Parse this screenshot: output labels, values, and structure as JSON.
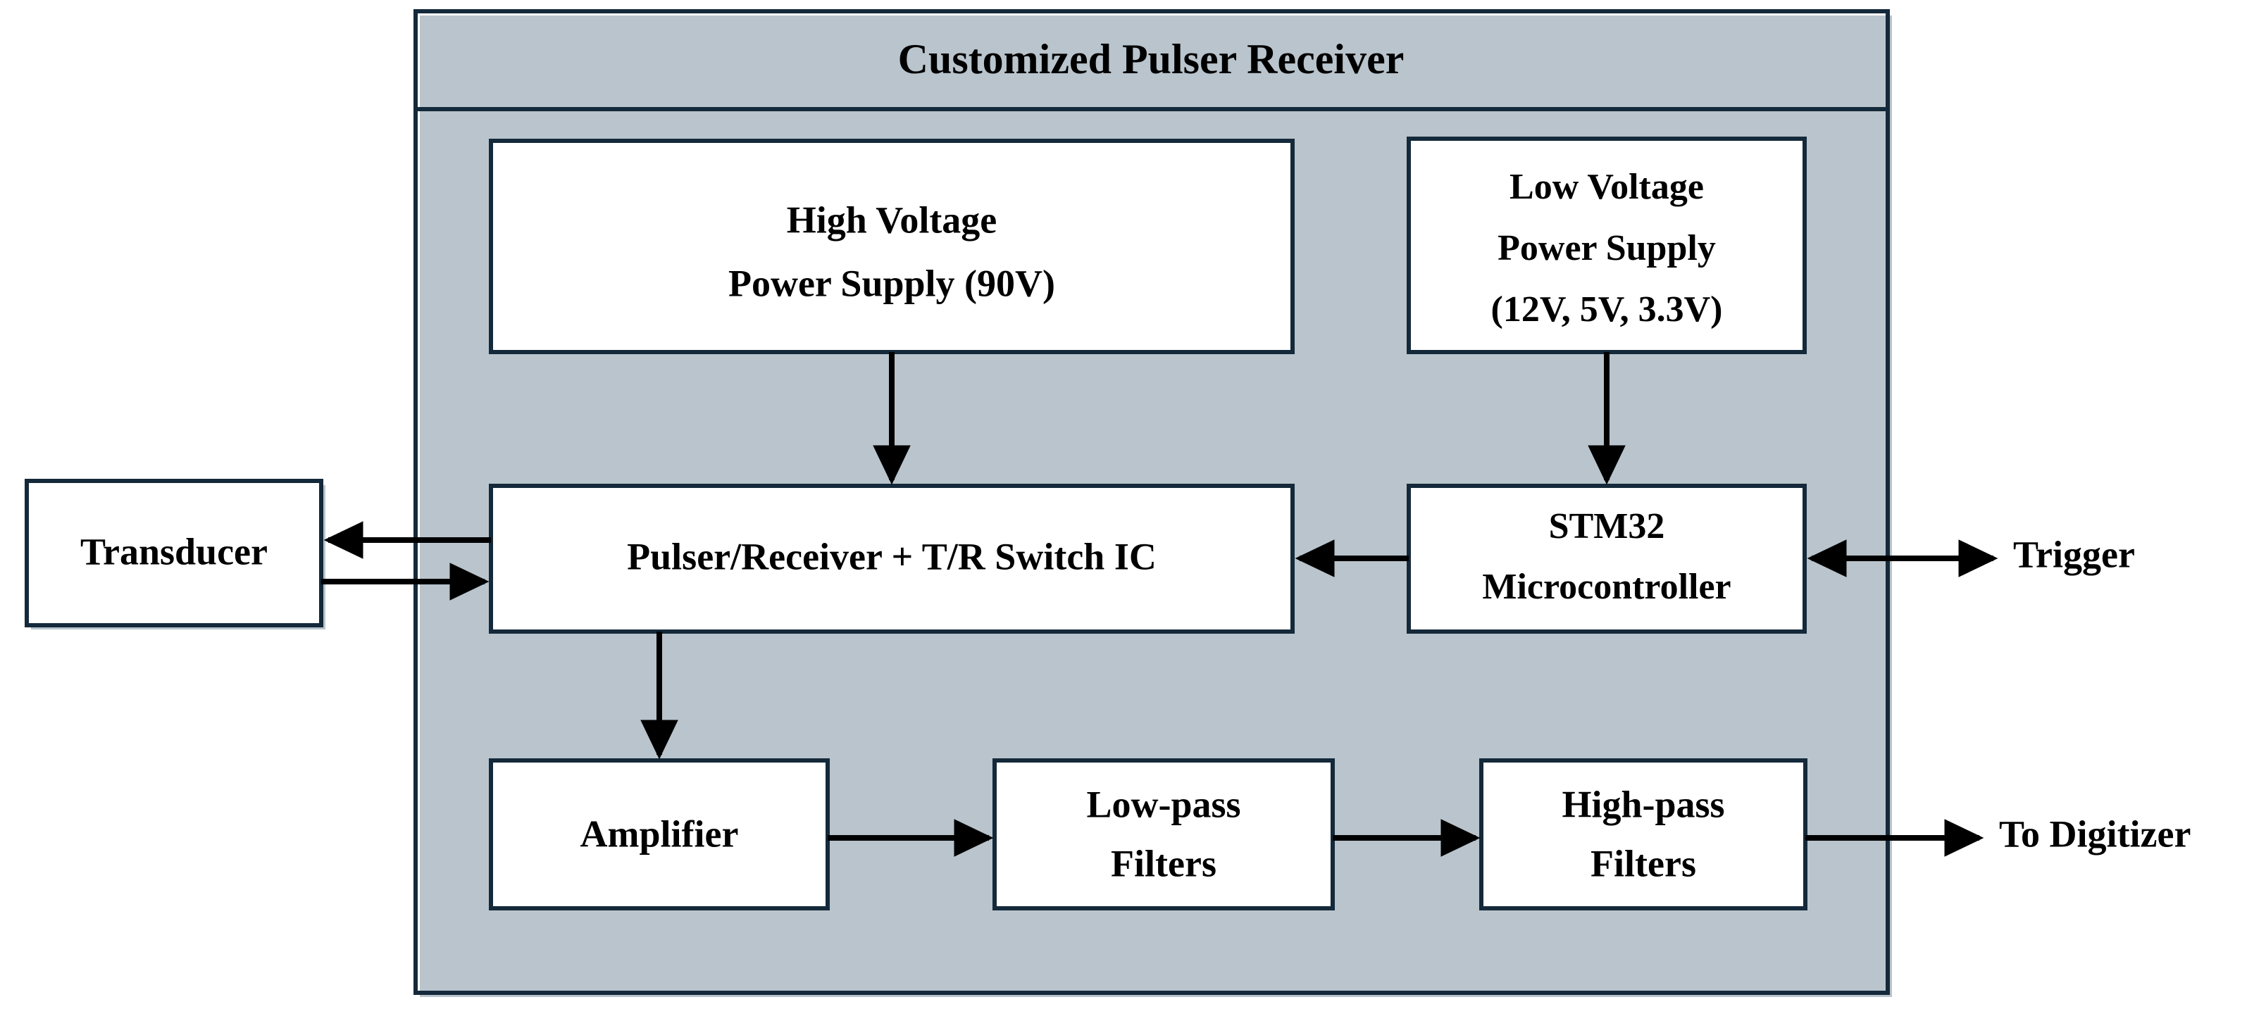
{
  "diagram": {
    "type": "block-diagram",
    "title": "Customized Pulser Receiver",
    "background_color": "#ffffff",
    "box_border_color": "#14293a",
    "box_fill_color": "#ffffff",
    "connector_color": "#000000",
    "boxes": [
      {
        "id": "transducer",
        "label": "Transducer",
        "lines": [
          "Transducer"
        ],
        "inside_container": false
      },
      {
        "id": "high-voltage-power-supply",
        "label": "High Voltage Power Supply (90V)",
        "lines": [
          "High Voltage",
          "Power Supply (90V)"
        ],
        "inside_container": true
      },
      {
        "id": "low-voltage-power-supply",
        "label": "Low Voltage Power Supply (12V, 5V, 3.3V)",
        "lines": [
          "Low Voltage",
          "Power Supply",
          "(12V, 5V, 3.3V)"
        ],
        "inside_container": true
      },
      {
        "id": "pulser-receiver-tr-switch-ic",
        "label": "Pulser/Receiver + T/R Switch IC",
        "lines": [
          "Pulser/Receiver + T/R Switch IC"
        ],
        "inside_container": true
      },
      {
        "id": "stm32-microcontroller",
        "label": "STM32 Microcontroller",
        "lines": [
          "STM32",
          "Microcontroller"
        ],
        "inside_container": true
      },
      {
        "id": "amplifier",
        "label": "Amplifier",
        "lines": [
          "Amplifier"
        ],
        "inside_container": true
      },
      {
        "id": "low-pass-filters",
        "label": "Low-pass Filters",
        "lines": [
          "Low-pass",
          "Filters"
        ],
        "inside_container": true
      },
      {
        "id": "high-pass-filters",
        "label": "High-pass Filters",
        "lines": [
          "High-pass",
          "Filters"
        ],
        "inside_container": true
      }
    ],
    "external_labels": [
      {
        "id": "trigger",
        "label": "Trigger"
      },
      {
        "id": "to-digitizer",
        "label": "To Digitizer"
      }
    ],
    "connections": [
      {
        "from": "high-voltage-power-supply",
        "to": "pulser-receiver-tr-switch-ic",
        "direction": "down",
        "arrow": "single"
      },
      {
        "from": "low-voltage-power-supply",
        "to": "stm32-microcontroller",
        "direction": "down",
        "arrow": "single"
      },
      {
        "from": "pulser-receiver-tr-switch-ic",
        "to": "transducer",
        "direction": "left",
        "arrow": "single"
      },
      {
        "from": "transducer",
        "to": "pulser-receiver-tr-switch-ic",
        "direction": "right",
        "arrow": "single"
      },
      {
        "from": "stm32-microcontroller",
        "to": "pulser-receiver-tr-switch-ic",
        "direction": "left",
        "arrow": "single"
      },
      {
        "from": "stm32-microcontroller",
        "to": "trigger",
        "direction": "horizontal",
        "arrow": "double"
      },
      {
        "from": "pulser-receiver-tr-switch-ic",
        "to": "amplifier",
        "direction": "down",
        "arrow": "single"
      },
      {
        "from": "amplifier",
        "to": "low-pass-filters",
        "direction": "right",
        "arrow": "single"
      },
      {
        "from": "low-pass-filters",
        "to": "high-pass-filters",
        "direction": "right",
        "arrow": "single"
      },
      {
        "from": "high-pass-filters",
        "to": "to-digitizer",
        "direction": "right",
        "arrow": "single"
      }
    ]
  },
  "labels": {
    "title": "Customized Pulser Receiver",
    "transducer": "Transducer",
    "hv_line1": "High Voltage",
    "hv_line2": "Power Supply (90V)",
    "lv_line1": "Low Voltage",
    "lv_line2": "Power Supply",
    "lv_line3": "(12V, 5V, 3.3V)",
    "pulser": "Pulser/Receiver + T/R Switch IC",
    "stm32_line1": "STM32",
    "stm32_line2": "Microcontroller",
    "amplifier": "Amplifier",
    "lowpass_line1": "Low-pass",
    "lowpass_line2": "Filters",
    "highpass_line1": "High-pass",
    "highpass_line2": "Filters",
    "trigger": "Trigger",
    "to_digitizer": "To Digitizer"
  }
}
